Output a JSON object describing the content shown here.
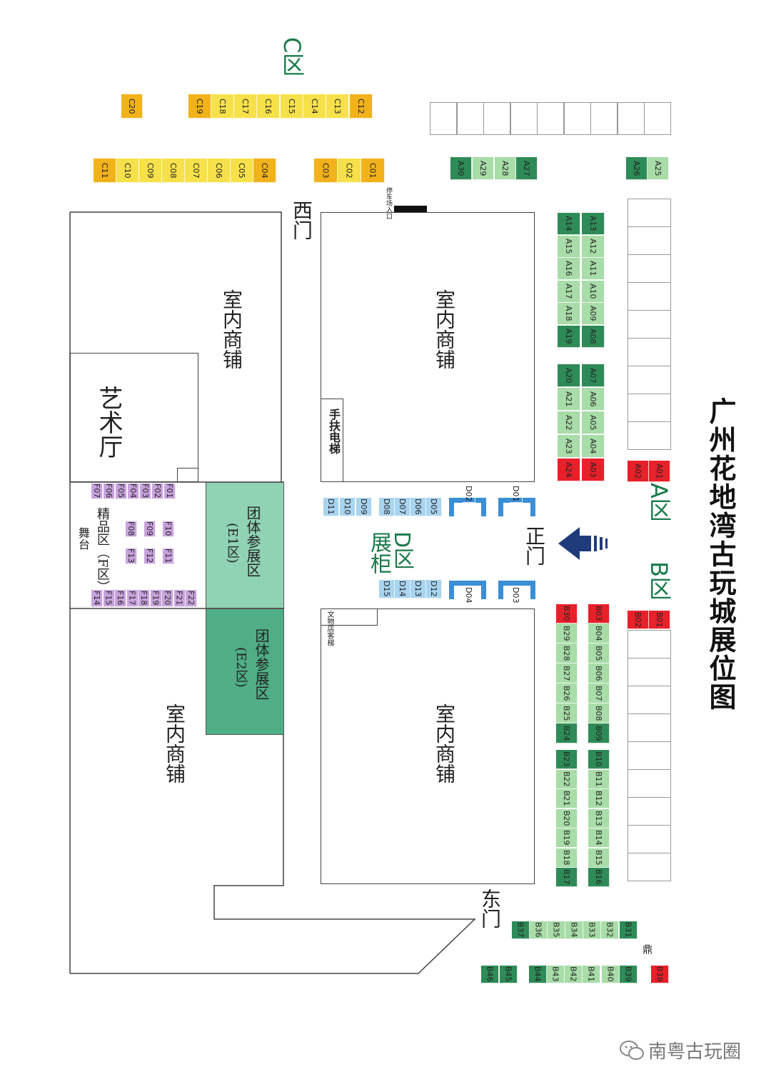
{
  "title": "广州花地湾古玩城展位图",
  "zones": {
    "A": "A区",
    "B": "B区",
    "C": "C区",
    "D": "D区",
    "D_sub": "展柜"
  },
  "areas": {
    "shop": "室内商铺",
    "art_hall": "艺术厅",
    "f_zone": "精品区（F区）",
    "stage": "舞台",
    "e1_line1": "团体参展区",
    "e1_line2": "(E1区)",
    "e2_line1": "团体参展区",
    "e2_line2": "(E2区)",
    "escalator": "手扶电梯",
    "elevator": "文物店客梯",
    "parking": "停车场入口"
  },
  "gates": {
    "west": "西门",
    "main": "正门",
    "east": "东门",
    "ding": "鼎"
  },
  "watermark": "南粤古玩圈",
  "colors": {
    "dark_green": "#2e8b57",
    "light_green": "#a8dca8",
    "red": "#e8202a",
    "yellow": "#f7e14b",
    "orange": "#f2b21c",
    "cabinet_blue": "#a8d4f0",
    "cabinet_dark": "#3a8fd6",
    "purple": "#c9a3dd",
    "teal": "#8fd3b4",
    "zone_text": "#1a7a4a"
  },
  "booths": {
    "C": [
      "C20",
      "C19",
      "C18",
      "C17",
      "C16",
      "C15",
      "C14",
      "C13",
      "C12",
      "C11",
      "C10",
      "C09",
      "C08",
      "C07",
      "C06",
      "C05",
      "C04",
      "C03",
      "C02",
      "C01"
    ],
    "A": [
      "A30",
      "A29",
      "A28",
      "A27",
      "A26",
      "A25",
      "A14",
      "A15",
      "A16",
      "A17",
      "A18",
      "A19",
      "A13",
      "A12",
      "A11",
      "A10",
      "A09",
      "A08",
      "A20",
      "A21",
      "A22",
      "A23",
      "A24",
      "A07",
      "A06",
      "A05",
      "A04",
      "A03",
      "A02",
      "A01"
    ],
    "D": [
      "D02",
      "D01",
      "D11",
      "D10",
      "D09",
      "D08",
      "D07",
      "D06",
      "D05",
      "D04",
      "D03",
      "D15",
      "D14",
      "D13",
      "D12"
    ],
    "F": [
      "F07",
      "F06",
      "F05",
      "F04",
      "F03",
      "F02",
      "F01",
      "F08",
      "F09",
      "F10",
      "F13",
      "F12",
      "F11",
      "F14",
      "F15",
      "F16",
      "F17",
      "F18",
      "F19",
      "F20",
      "F21",
      "F22"
    ],
    "B": [
      "B30",
      "B29",
      "B28",
      "B27",
      "B26",
      "B25",
      "B24",
      "B03",
      "B04",
      "B05",
      "B06",
      "B07",
      "B08",
      "B09",
      "B02",
      "B01",
      "B23",
      "B22",
      "B21",
      "B20",
      "B19",
      "B18",
      "B17",
      "B10",
      "B11",
      "B12",
      "B13",
      "B14",
      "B15",
      "B16",
      "B37",
      "B36",
      "B35",
      "B34",
      "B33",
      "B32",
      "B31",
      "B46",
      "B45",
      "B44",
      "B43",
      "B42",
      "B41",
      "B40",
      "B39",
      "B38"
    ]
  }
}
